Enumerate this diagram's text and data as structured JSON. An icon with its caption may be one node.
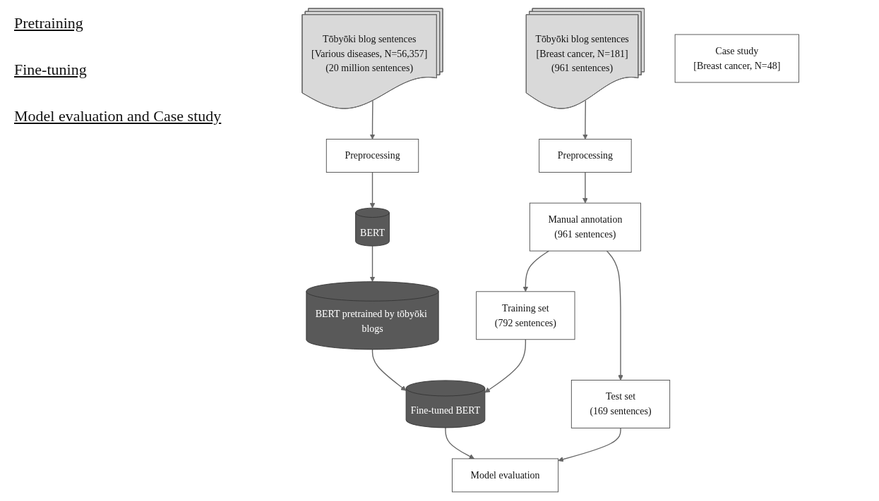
{
  "diagram": {
    "nodes": [
      {
        "text": [
          "Tōbyōki blog sentences",
          "[Various diseases, N=56,357]",
          "(20 million sentences)"
        ]
      },
      {
        "text": [
          "Preprocessing"
        ]
      },
      {
        "text": [
          "BERT"
        ]
      },
      {
        "text": [
          "BERT pretrained by tōbyōki blogs"
        ]
      },
      {
        "text": [
          "Tōbyōki blog sentences",
          "[Breast cancer, N=181]",
          "(961 sentences)"
        ]
      },
      {
        "text": [
          "Preprocessing"
        ]
      },
      {
        "text": [
          "Manual annotation",
          "(961 sentences)"
        ]
      },
      {
        "text": [
          "Training set",
          "(792 sentences)"
        ]
      },
      {
        "text": [
          "Fine-tuned BERT"
        ]
      },
      {
        "text": [
          "Test set",
          "(169 sentences)"
        ]
      },
      {
        "text": [
          "Case study",
          "[Breast cancer, N=48]"
        ]
      },
      {
        "text": [
          "Model evaluation"
        ]
      }
    ],
    "edges": [
      {
        "from": 0,
        "to": 1,
        "arrow": "to"
      },
      {
        "from": 1,
        "to": 2,
        "arrow": "to"
      },
      {
        "from": 2,
        "to": 3,
        "arrow": "to"
      },
      {
        "from": 3,
        "to": 8,
        "arrow": "to"
      },
      {
        "from": 4,
        "to": 5,
        "arrow": "to"
      },
      {
        "from": 5,
        "to": 6,
        "arrow": "to"
      },
      {
        "from": 6,
        "to": 7,
        "arrow": "to"
      },
      {
        "from": 6,
        "to": 9,
        "arrow": "to"
      },
      {
        "from": 7,
        "to": 8,
        "arrow": "to"
      },
      {
        "from": 8,
        "to": 11,
        "arrow": "to"
      },
      {
        "from": 9,
        "to": 11,
        "arrow": "to"
      }
    ],
    "labels": [
      "Pretraining",
      "Fine-tuning",
      "Model evaluation and Case study"
    ]
  }
}
